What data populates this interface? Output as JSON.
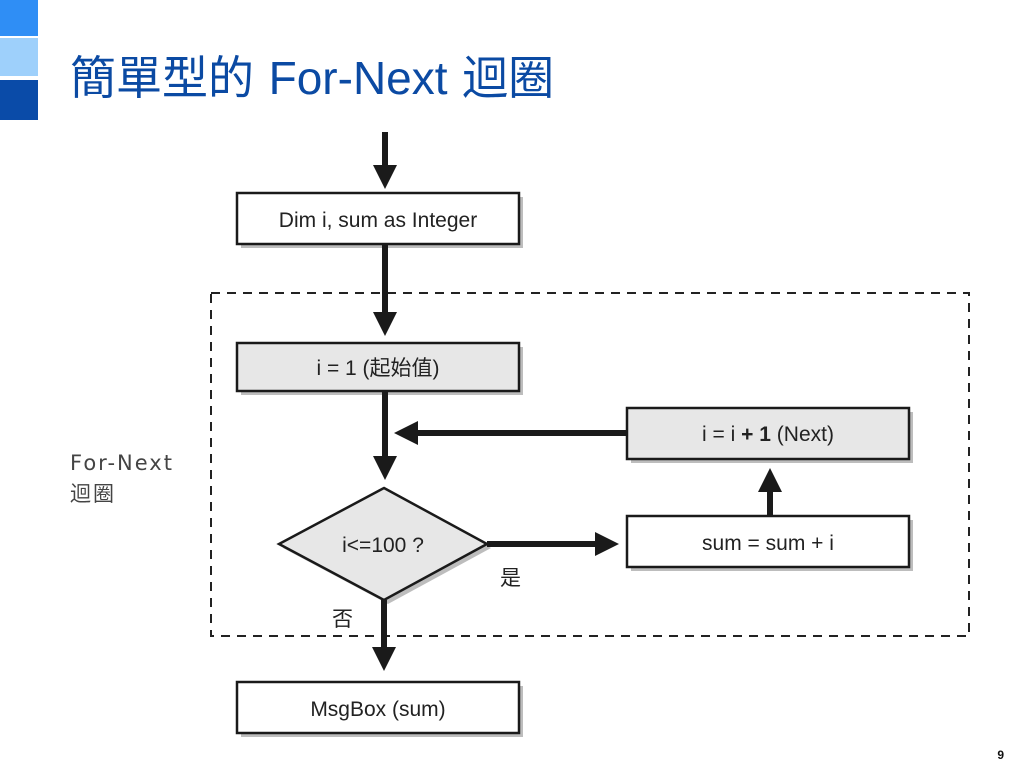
{
  "slide": {
    "title_cjk_1": "簡單型的",
    "title_latin": "For-Next",
    "title_cjk_2": "迴圈",
    "page_number": "9",
    "colors": {
      "title": "#0b4aa3",
      "deco_1": "#2f8ef5",
      "deco_2": "#9ed0fb",
      "deco_3": "#0a4ba8"
    }
  },
  "diagram": {
    "loop_label_line1": "For-Next",
    "loop_label_line2": "迴圈",
    "nodes": {
      "declare": "Dim i, sum as Integer",
      "init": "i = 1 (起始值)",
      "condition": "i<=100 ?",
      "body": "sum = sum + i",
      "increment_prefix": "i = i",
      "increment_op": "+ 1",
      "increment_suffix": "(Next)",
      "output": "MsgBox (sum)"
    },
    "branch_yes": "是",
    "branch_no": "否"
  }
}
